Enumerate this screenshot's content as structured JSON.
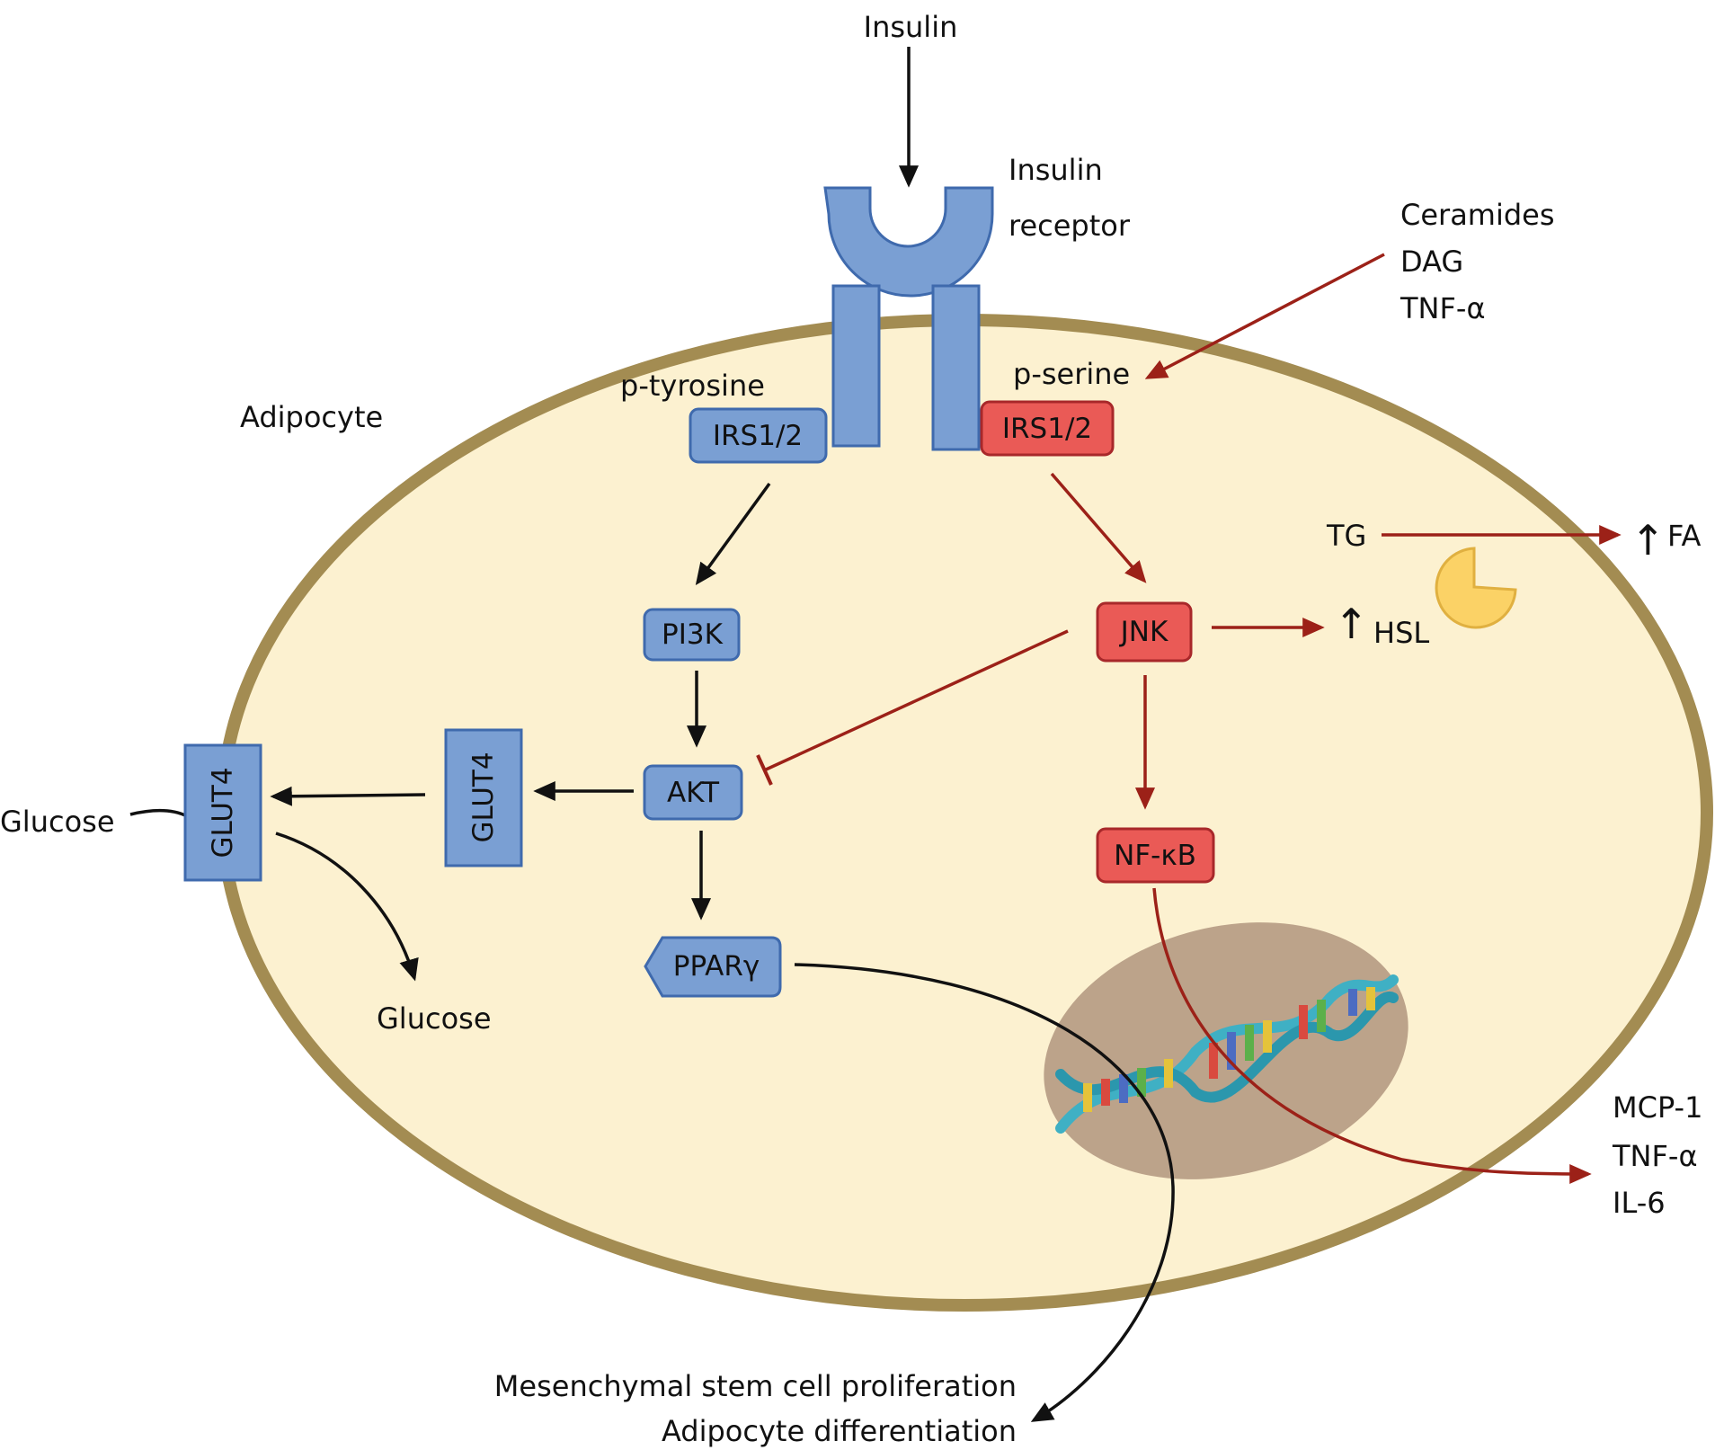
{
  "labels": {
    "insulin": "Insulin",
    "insulin_receptor_1": "Insulin",
    "insulin_receptor_2": "receptor",
    "adipocyte": "Adipocyte",
    "p_tyrosine": "p-tyrosine",
    "p_serine": "p-serine",
    "stress_1": "Ceramides",
    "stress_2": "DAG",
    "stress_3": "TNF-α",
    "tg": "TG",
    "fa": "FA",
    "hsl": "HSL",
    "glucose_out": "Glucose",
    "glucose_in": "Glucose",
    "cytokine_1": "MCP-1",
    "cytokine_2": "TNF-α",
    "cytokine_3": "IL-6",
    "outcome_1": "Mesenchymal stem cell proliferation",
    "outcome_2": "Adipocyte differentiation",
    "up_arrow": "↑"
  },
  "nodes": {
    "irs_blue": "IRS1/2",
    "irs_red": "IRS1/2",
    "pi3k": "PI3K",
    "akt": "AKT",
    "ppar": "PPARγ",
    "jnk": "JNK",
    "nfkb": "NF-κB",
    "glut4_inner": "GLUT4",
    "glut4_membrane": "GLUT4"
  },
  "colors": {
    "cell_fill": "#fcf1d0",
    "cell_membrane": "#a38c52",
    "nucleus": "#bca38a",
    "insulin_pathway": "#7a9fd3",
    "stress_pathway": "#ea5a56",
    "stress_arrow": "#9c2118",
    "hsl_enzyme": "#fbd266"
  }
}
